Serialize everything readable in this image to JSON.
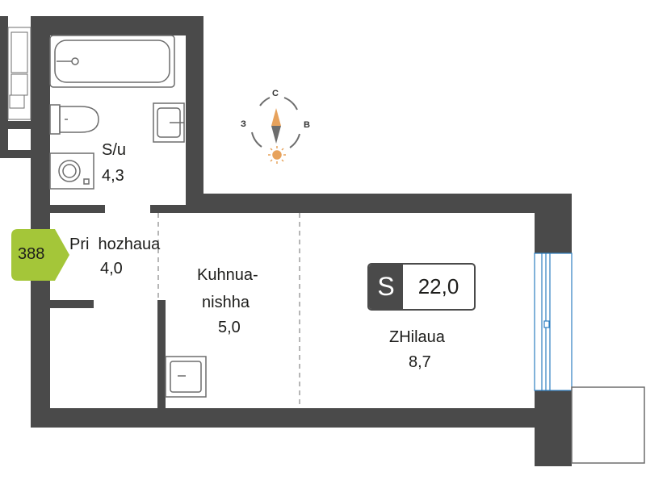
{
  "apartment": {
    "number": "388",
    "badge_color": "#a4c639"
  },
  "area_badge": {
    "letter": "S",
    "value": "22,0"
  },
  "rooms": {
    "bathroom": {
      "name": "S/u",
      "area": "4,3"
    },
    "hallway": {
      "name": "Pri  hozhаua",
      "area": "4,0"
    },
    "kitchen": {
      "name_line1": "Kuhnua-",
      "name_line2": "nishha",
      "area": "5,0"
    },
    "living": {
      "name": "ZHilaua",
      "area": "8,7"
    }
  },
  "compass": {
    "north": "С",
    "west": "З",
    "east": "В",
    "sun_color": "#e7a25c"
  },
  "colors": {
    "wall": "#4a4a4a",
    "window": "#2e7fc0"
  }
}
